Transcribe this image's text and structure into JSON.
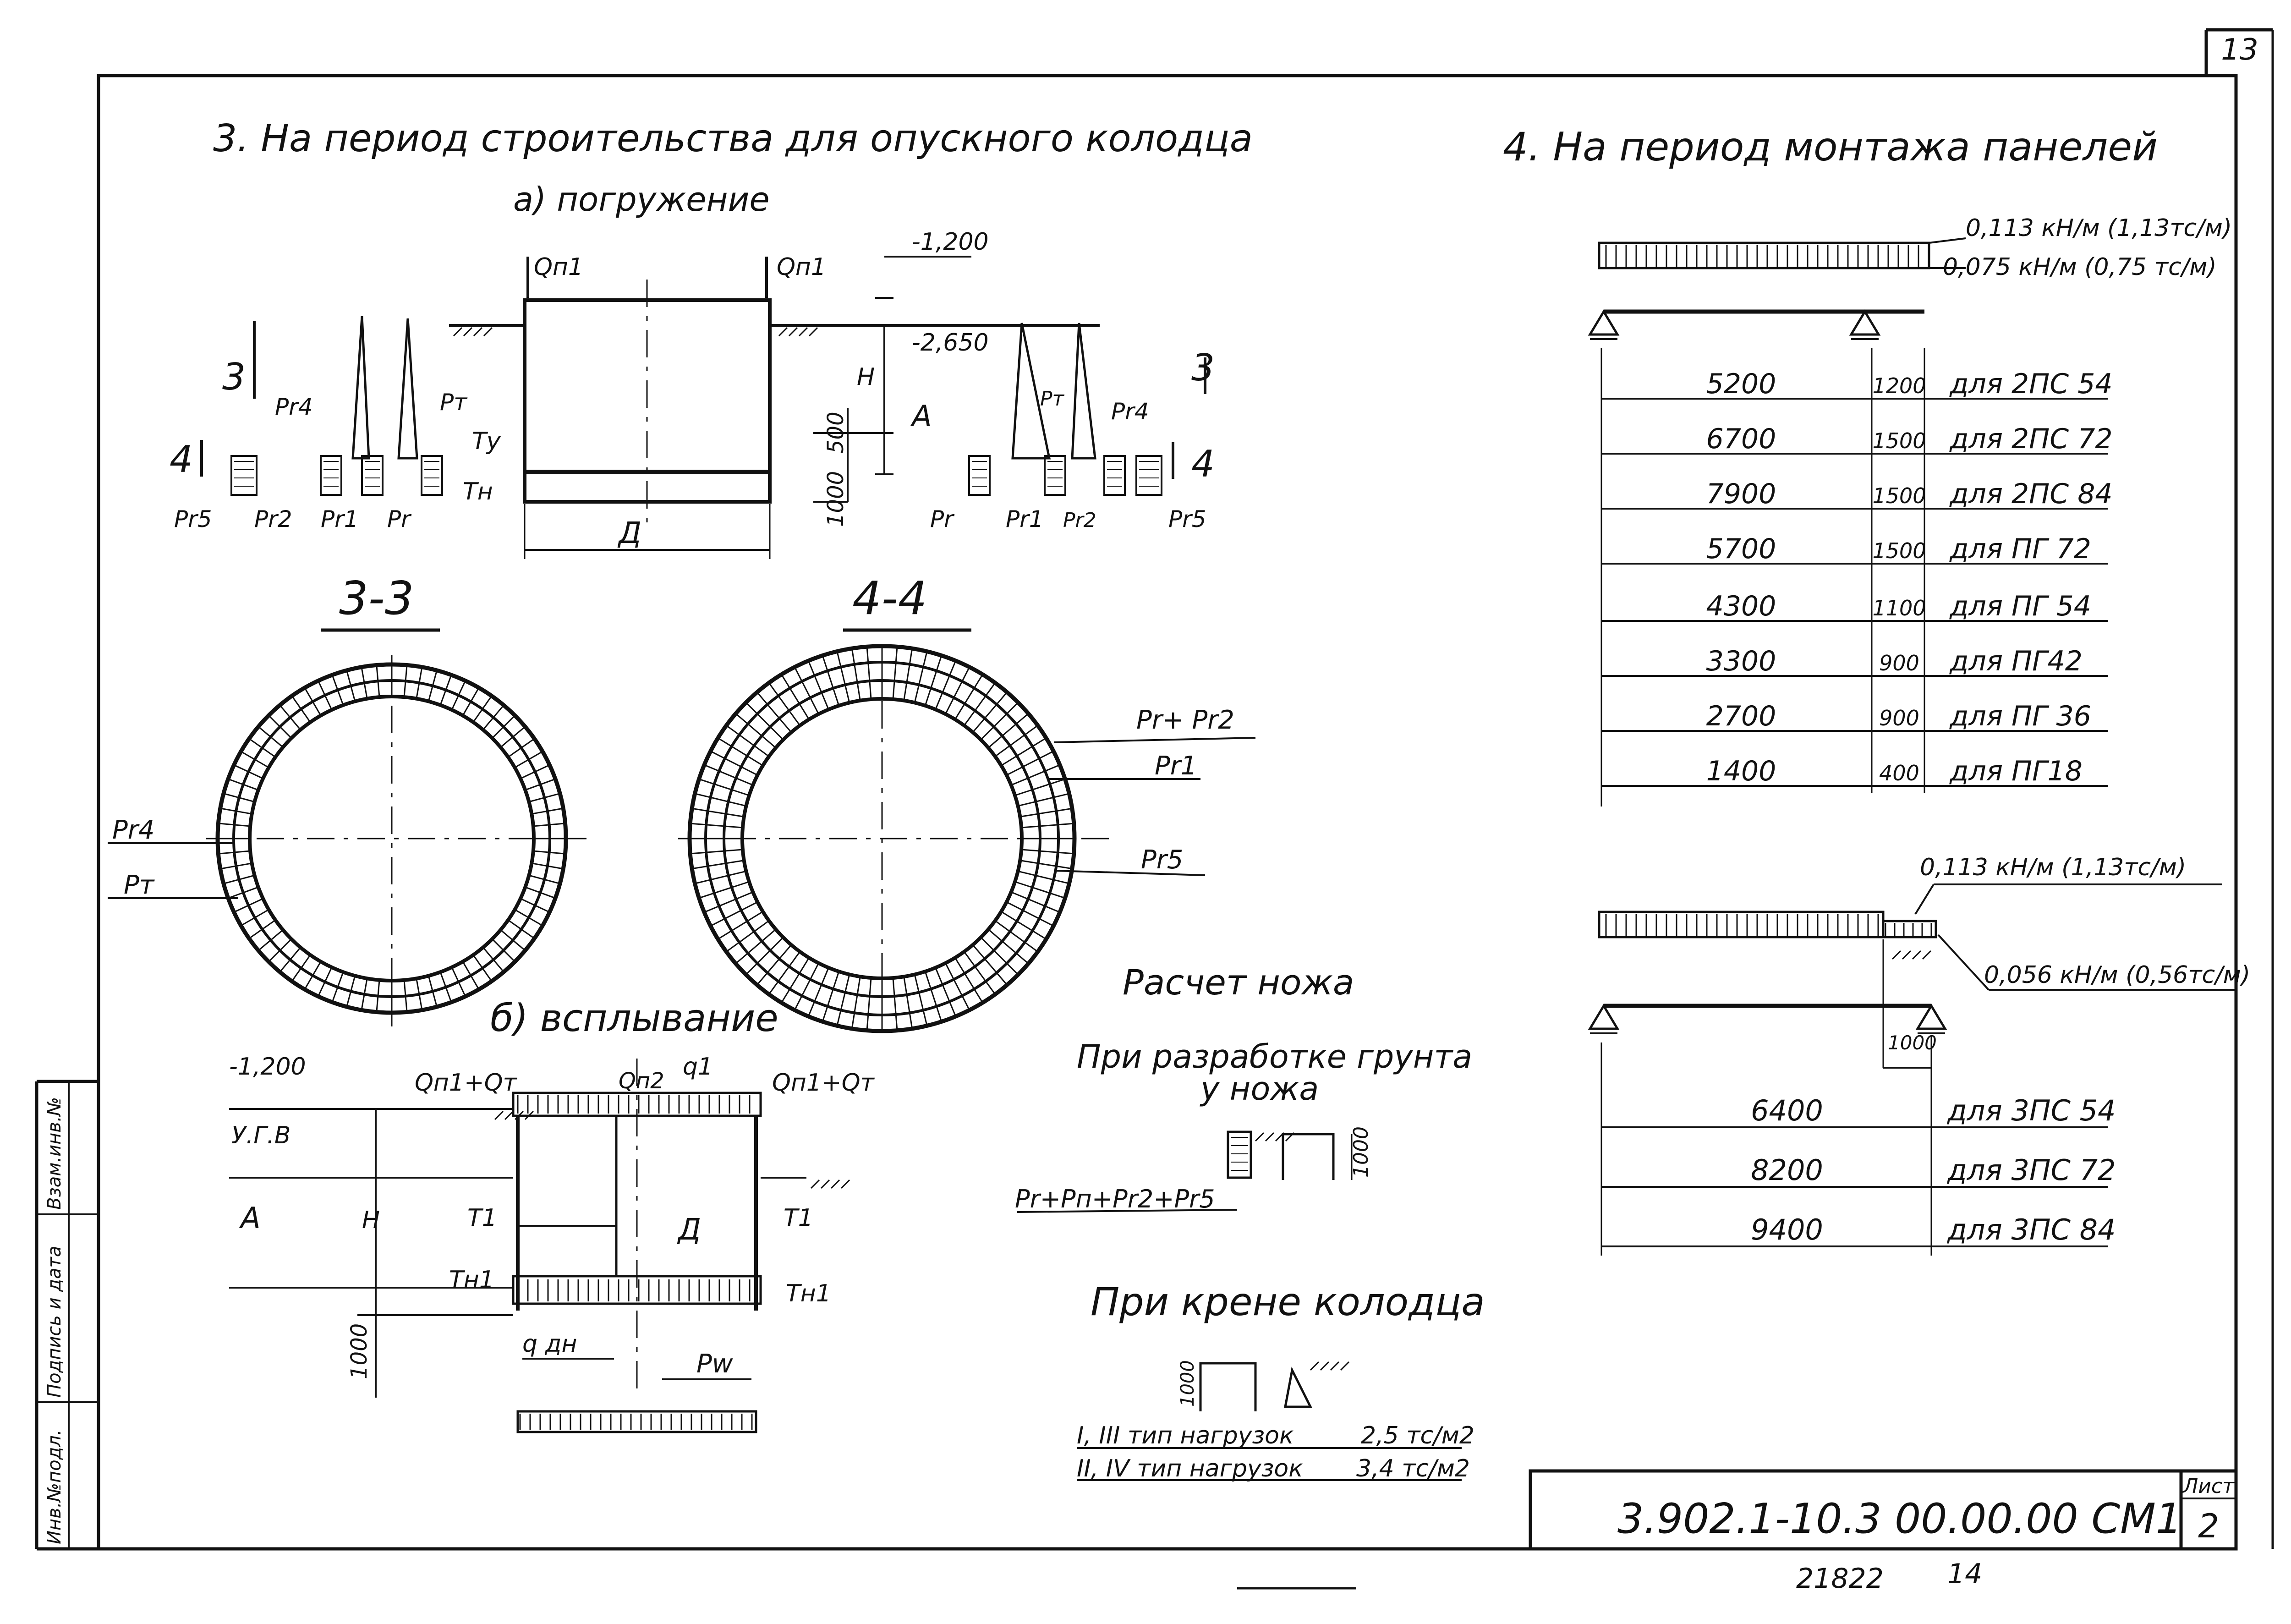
{
  "sheet": {
    "page_number": "13",
    "code": "3.902.1-10.3  00.00.00 СМ1",
    "sheet_label": "Лист",
    "sheet_number": "2",
    "bottom_note_a": "21822",
    "bottom_note_b": "14",
    "stamp_fields": [
      "Инв.№подл.",
      "Подпись и дата",
      "Взам.инв.№"
    ]
  },
  "section3": {
    "title": "3. На период строительства для опускного колодца",
    "sub_a": "а) погружение",
    "sub_b": "б) всплывание",
    "cut_33": "3-3",
    "cut_44": "4-4",
    "loads": {
      "qn1": "Qп1",
      "rr4": "Рr4",
      "rt": "Рт",
      "rr5": "Рr5",
      "rr2": "Рr2",
      "rr1": "Рr1",
      "rr": "Рr",
      "ty": "Ту",
      "tn": "Тн",
      "d": "Д",
      "a": "А",
      "h": "Н",
      "cut3": "3",
      "cut4": "4",
      "rr_rr2": "Рr+ Рr2",
      "qn1_qt": "Qп1+Qт",
      "qn2": "Qп2",
      "q1": "q1",
      "t1": "Т1",
      "tn1": "Тн1",
      "q_dn": "q дн",
      "pw": "Рw",
      "ugv": "У.Г.В"
    },
    "dims": {
      "m1200": "-1,200",
      "m2650": "-2,650",
      "d500": "500",
      "d1000": "1000"
    }
  },
  "knife": {
    "title": "Расчет ножа",
    "line1": "При разработке грунта",
    "line2": "у ножа",
    "formula": "Рr+Рп+Рr2+Рr5",
    "dim": "1000"
  },
  "tilt": {
    "title": "При крене колодца",
    "row1_label": "I, III тип нагрузок",
    "row1_value": "2,5 тс/м2",
    "row2_label": "II, IV тип нагрузок",
    "row2_value": "3,4 тс/м2",
    "dim": "1000"
  },
  "section4": {
    "title": "4. На период монтажа панелей",
    "top_load_1": "0,113 кН/м (1,13тс/м)",
    "top_load_2": "0,075 кН/м (0,75 тс/м)",
    "rows_a": [
      {
        "length": "5200",
        "cant": "1200",
        "for": "для 2ПС 54"
      },
      {
        "length": "6700",
        "cant": "1500",
        "for": "для 2ПС 72"
      },
      {
        "length": "7900",
        "cant": "1500",
        "for": "для 2ПС 84"
      },
      {
        "length": "5700",
        "cant": "1500",
        "for": "для ПГ 72"
      },
      {
        "length": "4300",
        "cant": "1100",
        "for": "для ПГ 54"
      },
      {
        "length": "3300",
        "cant": "900",
        "for": "для ПГ42"
      },
      {
        "length": "2700",
        "cant": "900",
        "for": "для ПГ 36"
      },
      {
        "length": "1400",
        "cant": "400",
        "for": "для ПГ18"
      }
    ],
    "bottom_load_1": "0,113 кН/м (1,13тс/м)",
    "bottom_load_2": "0,056 кН/м (0,56тс/м)",
    "bottom_cant": "1000",
    "rows_b": [
      {
        "length": "6400",
        "for": "для 3ПС 54"
      },
      {
        "length": "8200",
        "for": "для 3ПС 72"
      },
      {
        "length": "9400",
        "for": "для 3ПС 84"
      }
    ]
  }
}
